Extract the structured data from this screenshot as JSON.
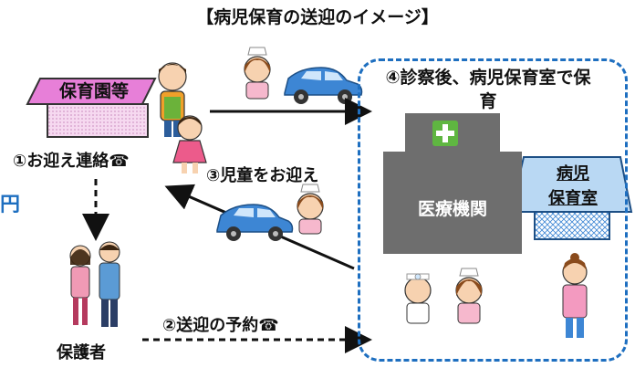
{
  "title": "【病児保育の送迎のイメージ】",
  "nursery": {
    "label": "保育園等"
  },
  "step1": "①お迎え連絡☎",
  "step2": "②送迎の予約☎",
  "step3": "③児童をお迎え",
  "step4": "④診察後、病児保育室で保育",
  "hospital_label": "医療機関",
  "sick_room_label_1": "病児",
  "sick_room_label_2": "保育室",
  "guardians_label": "保護者",
  "partial_left_text": "円",
  "colors": {
    "accent_blue": "#1e6fc0",
    "roof_pink": "#e77fd8",
    "hospital_gray": "#6e6e6e",
    "plus_green": "#5fb641",
    "car_blue": "#3d86d4"
  }
}
